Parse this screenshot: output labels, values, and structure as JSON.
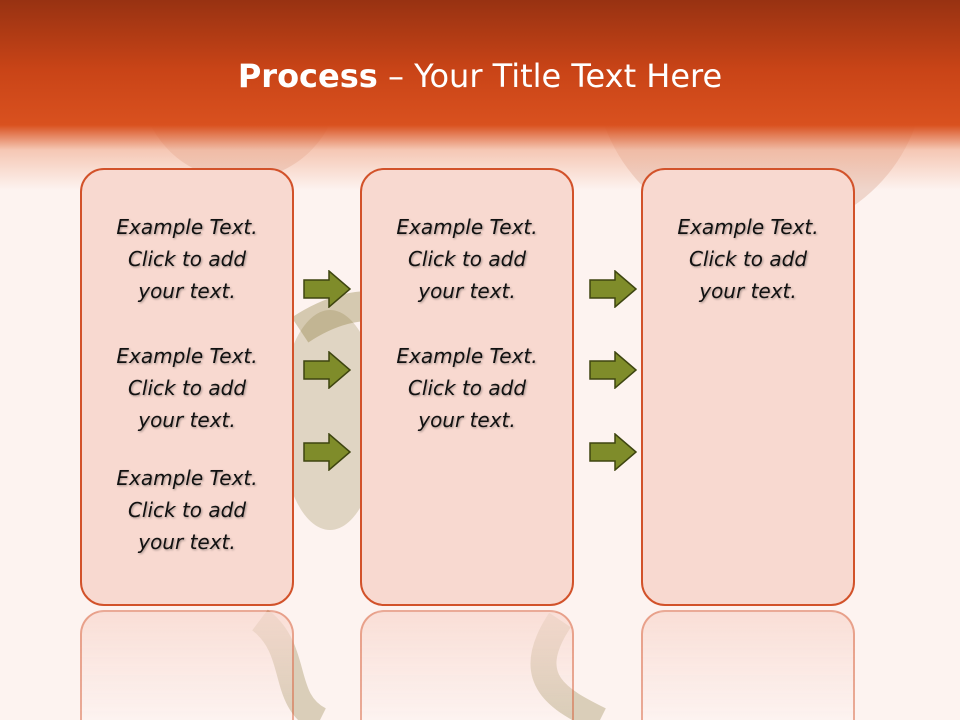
{
  "slide": {
    "title_bold": "Process",
    "title_rest": "– Your Title Text Here"
  },
  "columns": [
    {
      "blocks": [
        {
          "line1": "Example Text.",
          "line2": "Click  to add",
          "line3": "your text."
        },
        {
          "line1": "Example Text.",
          "line2": "Click  to add",
          "line3": "your text."
        },
        {
          "line1": "Example Text.",
          "line2": "Click  to add",
          "line3": "your text."
        }
      ]
    },
    {
      "blocks": [
        {
          "line1": "Example Text.",
          "line2": "Click  to add",
          "line3": "your text."
        },
        {
          "line1": "Example Text.",
          "line2": "Click  to add",
          "line3": "your text."
        }
      ]
    },
    {
      "blocks": [
        {
          "line1": "Example Text.",
          "line2": "Click  to add",
          "line3": "your text."
        }
      ]
    }
  ],
  "colors": {
    "header": "#c94417",
    "box_fill": "#f8d9d0",
    "box_border": "#d2522a",
    "arrow_fill": "#7f8c2a"
  },
  "icons": {
    "arrow": "right-arrow-icon"
  }
}
